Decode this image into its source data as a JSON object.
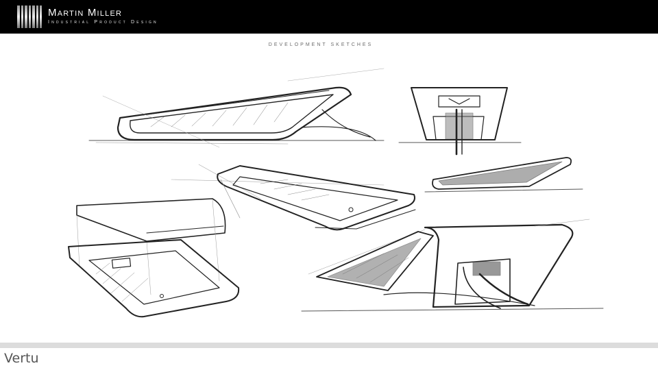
{
  "header": {
    "brand_name": "Martin Miller",
    "brand_subtitle": "Industrial Product Design",
    "logo_icon": "vertical-stripes-logo-icon",
    "background_color": "#000000"
  },
  "slide": {
    "title": "DEVELOPMENT SKETCHES",
    "sketch_image": "product-stand-sketches"
  },
  "footer": {
    "caption": "Vertu",
    "bar_color": "#dcdcdc"
  }
}
